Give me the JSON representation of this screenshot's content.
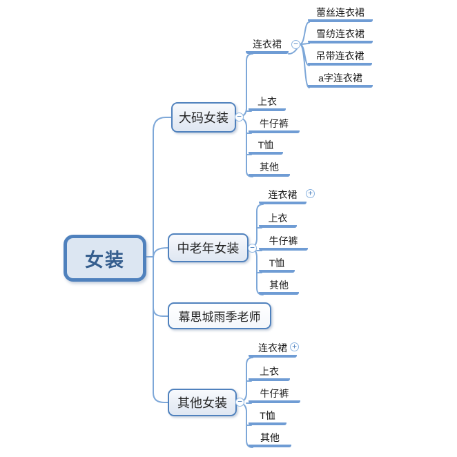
{
  "colors": {
    "accent_border": "#4f81bd",
    "root_fill": "#dce6f2",
    "root_text": "#355e8e",
    "node_text": "#222222",
    "underline_blue": "#6f9cd4",
    "connector_blue": "#7da7d8",
    "toggle_ring": "#8cb4e0",
    "toggle_symbol": "#4f81bd"
  },
  "icons": {
    "collapse": "−",
    "expand": "+"
  },
  "root": {
    "label": "女装"
  },
  "branches": [
    {
      "label": "大码女装",
      "toggle": "collapse",
      "children": [
        {
          "label": "连衣裙",
          "toggle": "collapse",
          "children": [
            {
              "label": "蕾丝连衣裙"
            },
            {
              "label": "雪纺连衣裙"
            },
            {
              "label": "吊带连衣裙"
            },
            {
              "label": "a字连衣裙"
            }
          ]
        },
        {
          "label": "上衣"
        },
        {
          "label": "牛仔裤"
        },
        {
          "label": "T恤"
        },
        {
          "label": "其他"
        }
      ]
    },
    {
      "label": "中老年女装",
      "toggle": "collapse",
      "children": [
        {
          "label": "连衣裙",
          "toggle": "expand"
        },
        {
          "label": "上衣"
        },
        {
          "label": "牛仔裤"
        },
        {
          "label": "T恤"
        },
        {
          "label": "其他"
        }
      ]
    },
    {
      "label": "幕思城雨季老师"
    },
    {
      "label": "其他女装",
      "toggle": "collapse",
      "children": [
        {
          "label": "连衣裙",
          "toggle": "expand"
        },
        {
          "label": "上衣"
        },
        {
          "label": "牛仔裤"
        },
        {
          "label": "T恤"
        },
        {
          "label": "其他"
        }
      ]
    }
  ]
}
